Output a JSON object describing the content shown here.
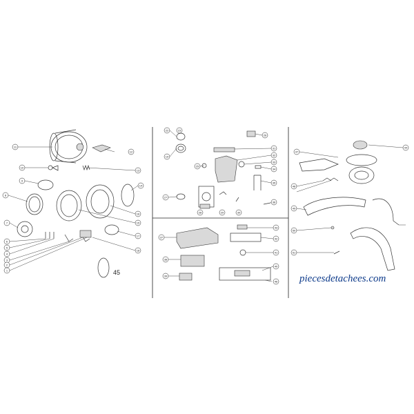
{
  "diagram": {
    "callouts": {
      "c11": "11",
      "c13": "13",
      "c12": "12",
      "c10": "10",
      "c9": "9",
      "c8": "8",
      "c14": "14",
      "c15": "15",
      "c16": "16",
      "c17": "17",
      "c18": "18",
      "c7": "7",
      "c6": "6",
      "c5": "5",
      "c4": "4",
      "c3": "3",
      "c2": "2",
      "c1": "1",
      "c45left": "45",
      "c19": "19",
      "c22": "22",
      "c23": "23",
      "c25": "25",
      "c26": "26",
      "c27": "27",
      "c28": "28",
      "c29": "29",
      "c30": "30",
      "c31": "31",
      "c32": "32",
      "c33": "33",
      "c34": "34",
      "c35": "35",
      "c36": "36",
      "c37": "37",
      "c38": "38",
      "c39": "39",
      "c40": "40",
      "c41": "41",
      "c42": "42",
      "c43": "43",
      "c44": "44",
      "c46": "46",
      "c47": "47",
      "c48": "48",
      "c49": "49",
      "c50": "50",
      "c51": "51"
    },
    "watermark": "piecesdetachees.com"
  }
}
